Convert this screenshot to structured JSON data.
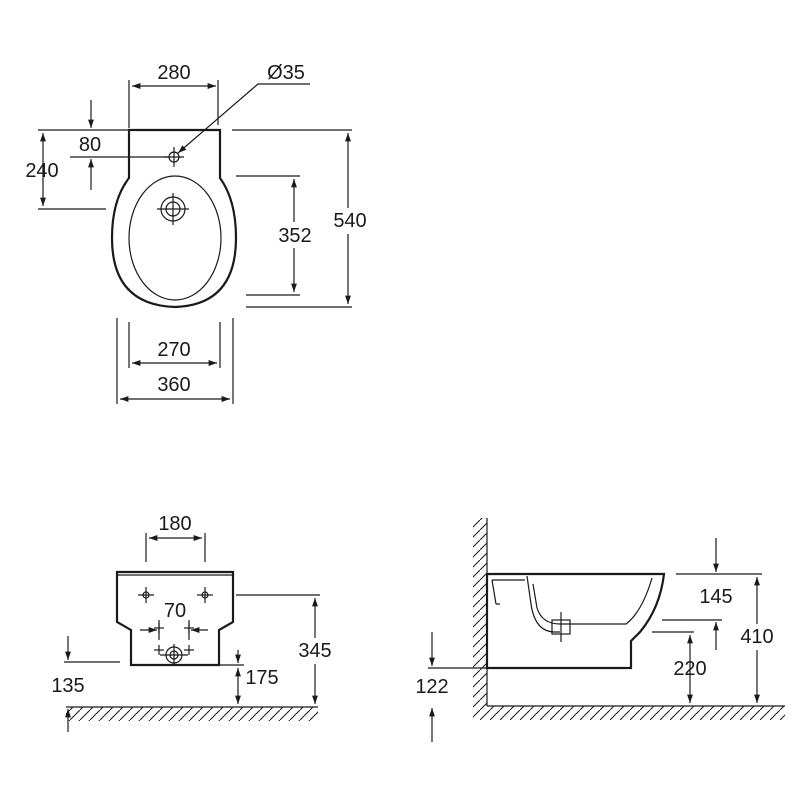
{
  "dimensions": {
    "top_width_280": "280",
    "hole_dia": "Ø35",
    "top_80": "80",
    "top_240": "240",
    "top_352": "352",
    "top_540": "540",
    "bottom_270": "270",
    "bottom_360": "360",
    "front_180": "180",
    "front_70": "70",
    "front_345": "345",
    "front_135": "135",
    "front_175": "175",
    "side_145": "145",
    "side_410": "410",
    "side_220": "220",
    "side_122": "122"
  }
}
